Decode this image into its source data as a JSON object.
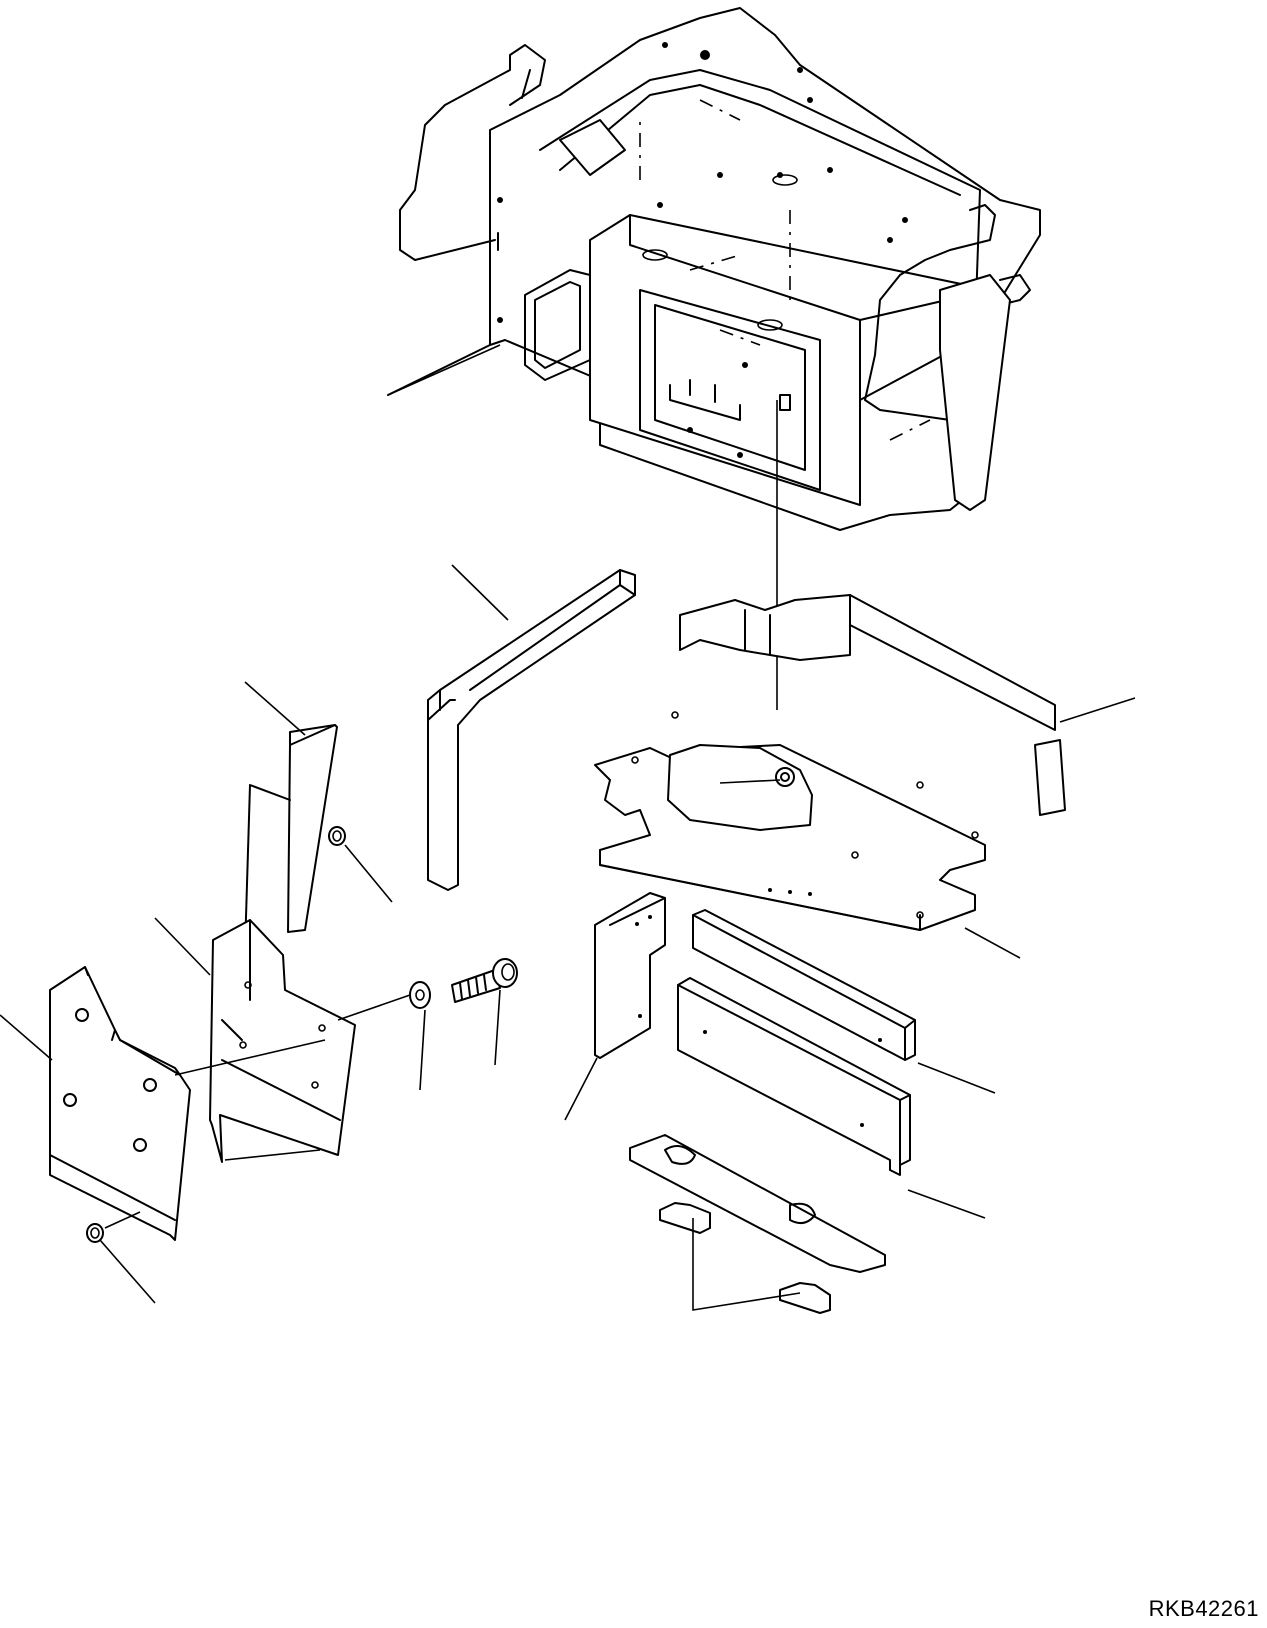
{
  "drawing": {
    "code": "RKB42261"
  },
  "parts": [
    {
      "name": "cab-frame"
    },
    {
      "name": "floor-mat-l-shaped"
    },
    {
      "name": "seat-bracket-plate"
    },
    {
      "name": "side-cover-plate"
    },
    {
      "name": "spacer-strip"
    },
    {
      "name": "mounting-bolt"
    },
    {
      "name": "washer"
    },
    {
      "name": "grommet"
    }
  ]
}
